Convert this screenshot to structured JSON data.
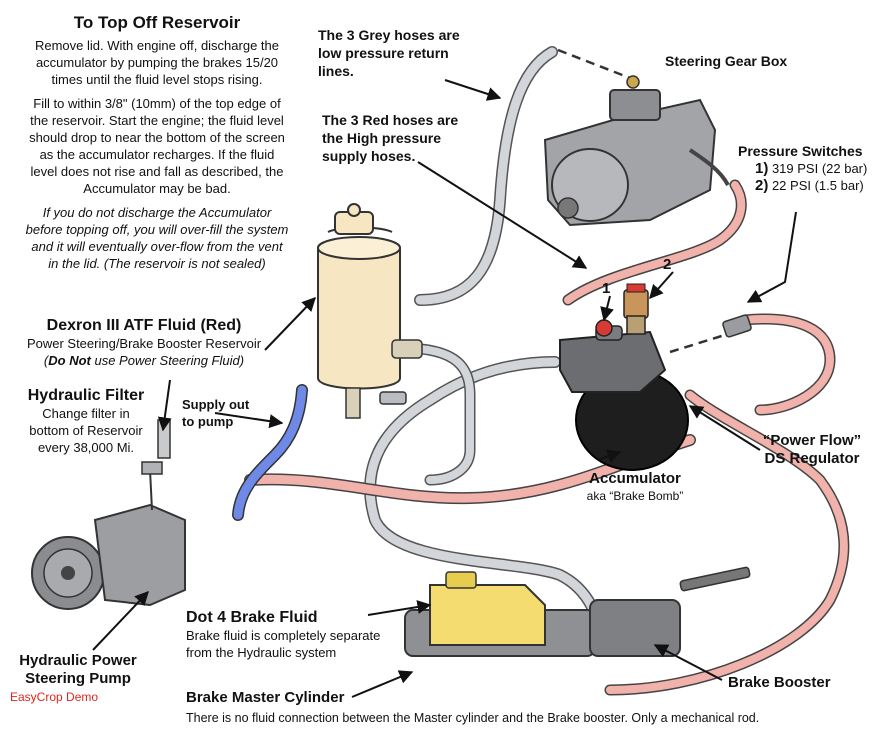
{
  "reservoir_note": {
    "heading": "To Top Off Reservoir",
    "para1": [
      "Remove lid. With engine off, discharge the",
      "accumulator by pumping the brakes 15/20",
      "times until the fluid level stops rising."
    ],
    "para2": [
      "Fill to within 3/8\" (10mm) of the top edge of",
      "the reservoir. Start the engine; the fluid level",
      "should drop to near the bottom of the screen",
      "as the accumulator recharges. If the fluid",
      "level does not rise and fall as described, the",
      "Accumulator may be bad."
    ],
    "warning": [
      "If you do not discharge the Accumulator",
      "before topping off, you will over-fill the system",
      "and it will eventually over-flow from the vent",
      "in the lid. (The reservoir is not sealed)"
    ]
  },
  "atf_fluid": {
    "heading": "Dexron III ATF Fluid (Red)",
    "line1": "Power Steering/Brake Booster Reservoir",
    "line2_prefix": "(",
    "line2_bold": "Do Not",
    "line2_rest": " use Power Steering Fluid)"
  },
  "hydraulic_filter": {
    "heading": "Hydraulic Filter",
    "lines": [
      "Change filter in",
      "bottom of Reservoir",
      "every 38,000 Mi."
    ]
  },
  "supply_out": [
    "Supply out",
    "to pump"
  ],
  "grey_hoses": [
    "The 3 Grey hoses are",
    "low pressure return",
    "lines."
  ],
  "red_hoses": [
    "The 3 Red hoses are",
    "the High pressure",
    "supply hoses."
  ],
  "steering_gear_box": "Steering Gear Box",
  "pressure_switches": {
    "heading": "Pressure Switches",
    "items": [
      {
        "num": "1)",
        "text": " 319 PSI (22 bar)"
      },
      {
        "num": "2)",
        "text": " 22 PSI (1.5 bar)"
      }
    ],
    "markers": [
      "1",
      "2"
    ]
  },
  "power_flow": [
    "“Power Flow”",
    "DS Regulator"
  ],
  "accumulator": {
    "name": "Accumulator",
    "aka": "aka “Brake Bomb”"
  },
  "dot4": {
    "heading": "Dot 4 Brake Fluid",
    "lines": [
      "Brake fluid is completely separate",
      "from the Hydraulic system"
    ]
  },
  "pump": [
    "Hydraulic Power",
    "Steering Pump"
  ],
  "brake_booster": "Brake Booster",
  "master_cylinder": {
    "heading": "Brake Master Cylinder",
    "note": "There is no fluid connection between the Master cylinder and the Brake booster. Only a mechanical rod."
  },
  "watermark": "EasyCrop Demo",
  "colors": {
    "red_hose": "#f2b2ac",
    "grey_hose": "#d2d6da",
    "blue_hose": "#6e8ae6",
    "reservoir": "#f6e6c2",
    "fluid_reservoir": "#f4dc70",
    "metal": "#8a8c90",
    "watermark": "#e0261c"
  }
}
